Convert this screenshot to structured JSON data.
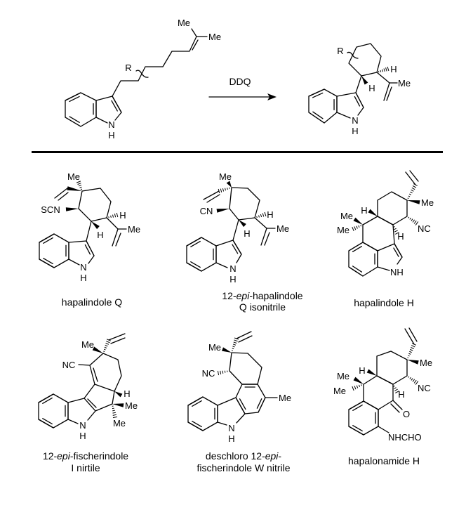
{
  "reactant": {
    "me_top": "Me",
    "me_right": "Me",
    "r": "R",
    "n": "N",
    "h": "H"
  },
  "reagent": "DDQ",
  "product": {
    "r": "R",
    "h1": "H",
    "h2": "H",
    "me": "Me",
    "n": "N",
    "h": "H"
  },
  "compounds": [
    {
      "name": "hapalindole Q",
      "atoms": {
        "me": "Me",
        "scn": "SCN",
        "h1": "H",
        "h2": "H",
        "me2": "Me",
        "n": "N",
        "nh": "H"
      }
    },
    {
      "name1": {
        "pre": "12-",
        "it": "epi",
        "post": "-hapalindole"
      },
      "name2": "Q isonitrile",
      "atoms": {
        "me": "Me",
        "cn": "CN",
        "h1": "H",
        "h2": "H",
        "me2": "Me",
        "n": "N",
        "nh": "H"
      }
    },
    {
      "name": "hapalindole H",
      "atoms": {
        "h1": "H",
        "me1": "Me",
        "me2": "Me",
        "me3": "Me",
        "nc": "NC",
        "h2": "H",
        "nh": "NH"
      }
    },
    {
      "name1": {
        "pre": "12-",
        "it": "epi",
        "post": "-fischerindole"
      },
      "name2": "I nirtile",
      "atoms": {
        "me": "Me",
        "nc": "NC",
        "h": "H",
        "me2": "Me",
        "me3": "Me",
        "n": "N",
        "nh": "H"
      }
    },
    {
      "name1": {
        "pre": "deschloro 12-",
        "it": "epi",
        "post": "-"
      },
      "name2": "fischerindole W nitrile",
      "atoms": {
        "me": "Me",
        "nc": "NC",
        "me2": "Me",
        "n": "N",
        "nh": "H"
      }
    },
    {
      "name": "hapalonamide H",
      "atoms": {
        "me": "Me",
        "nc": "NC",
        "o": "O",
        "h1": "H",
        "h2": "H",
        "me2": "Me",
        "me3": "Me",
        "nhcho": "NHCHO"
      }
    }
  ]
}
